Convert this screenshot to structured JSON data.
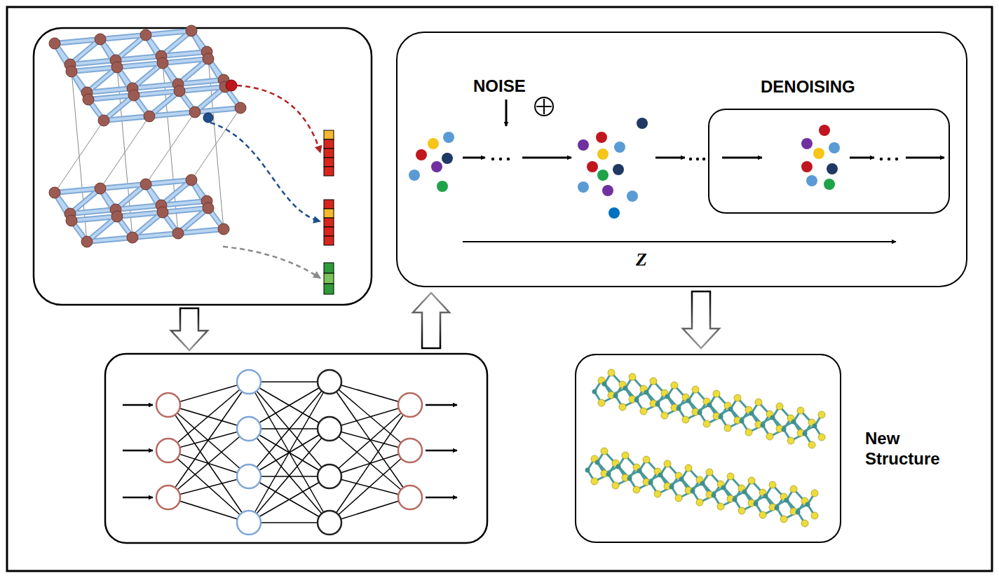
{
  "diagram": {
    "nodes": [
      {
        "text": [
          "NOISE",
          "Z"
        ]
      },
      {
        "text": [
          "DENOISING"
        ],
        "in": 0
      },
      {
        "text": [
          "New Structure"
        ]
      }
    ],
    "edges": [
      {
        "from": 0,
        "to": 2,
        "arrow": "to"
      }
    ]
  }
}
